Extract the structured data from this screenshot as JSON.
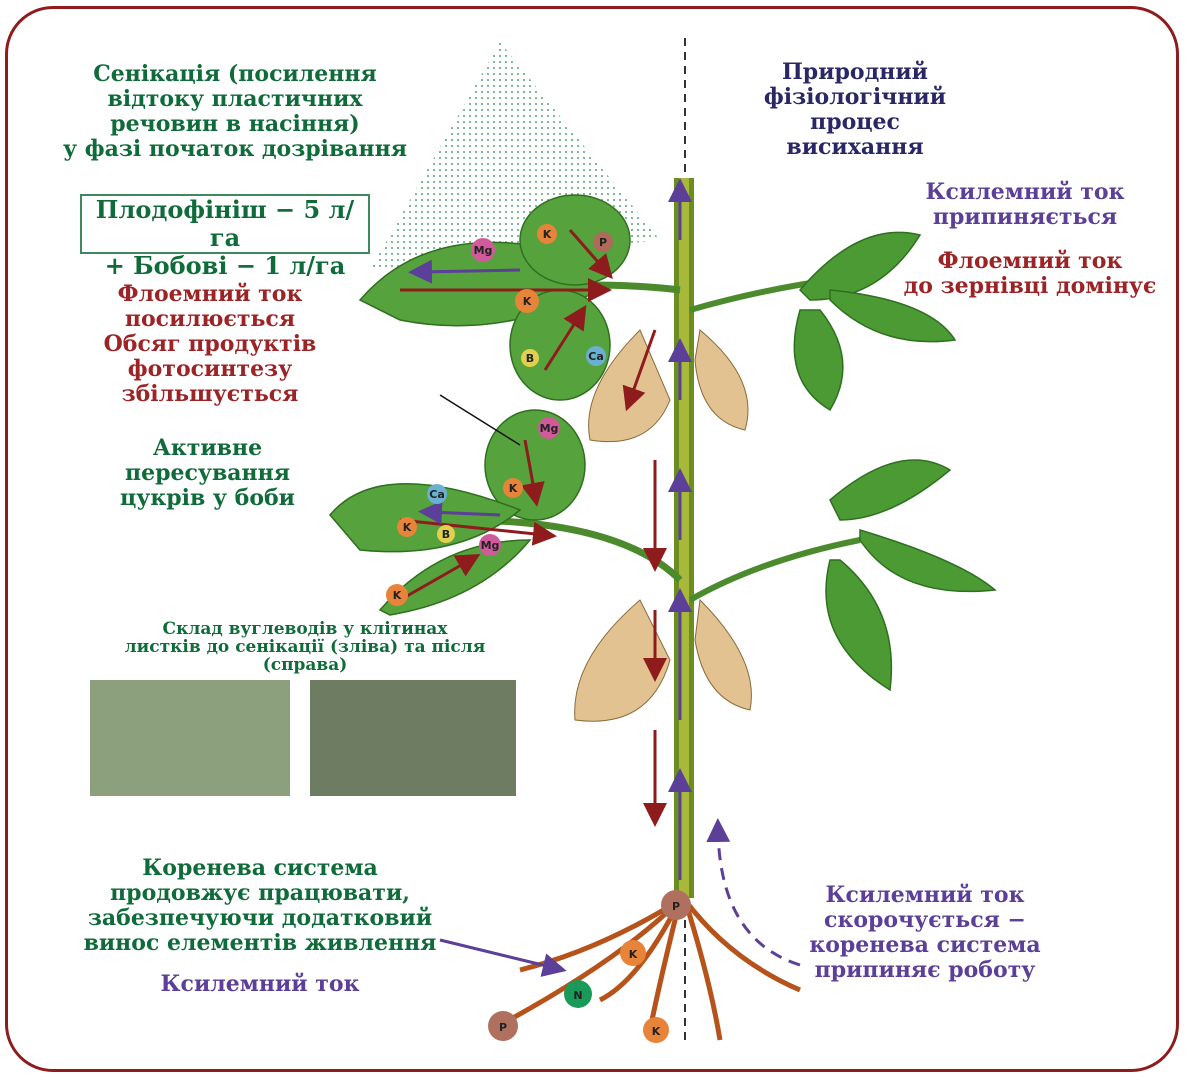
{
  "left": {
    "senication": [
      "Сенікація (посилення",
      "відтоку пластичних",
      "речовин в насіння)",
      "у фазі початок дозрівання"
    ],
    "product_box": [
      "Плодофініш − 5 л/га",
      "+ Бобові − 1 л/га"
    ],
    "phloem_up": [
      "Флоемний ток",
      "посилюється",
      "Обсяг продуктів",
      "фотосинтезу",
      "збільшується"
    ],
    "active_move": [
      "Активне",
      "пересування",
      "цукрів у боби"
    ],
    "carb_caption": [
      "Склад вуглеводів у клітинах",
      "листків до сенікації (зліва) та після",
      "(справа)"
    ],
    "root_system": [
      "Коренева система",
      "продовжує працювати,",
      "забезпечуючи додатковий",
      "винос елементів живлення"
    ],
    "xylem_flow": "Ксилемний ток"
  },
  "right": {
    "natural": [
      "Природний",
      "фізіологічний",
      "процес",
      "висихання"
    ],
    "xylem_stops": [
      "Ксилемний ток",
      "припиняється"
    ],
    "phloem_dominates": [
      "Флоемний ток",
      "до зернівці домінує"
    ],
    "xylem_reduced": [
      "Ксилемний ток",
      "скорочується −",
      "коренева система",
      "припиняє роботу"
    ]
  },
  "nutrients": {
    "mg": "Mg",
    "k": "K",
    "p": "P",
    "b": "B",
    "ca": "Ca",
    "n": "N"
  },
  "colors": {
    "frame": "#8e1c1c",
    "green_text": "#0f6b3a",
    "red_text": "#9c2326",
    "purple_text": "#5b3f98",
    "leaf": "#4f9a3a",
    "phloem_arrow": "#8e1c1c",
    "xylem_arrow": "#5b3f98"
  }
}
